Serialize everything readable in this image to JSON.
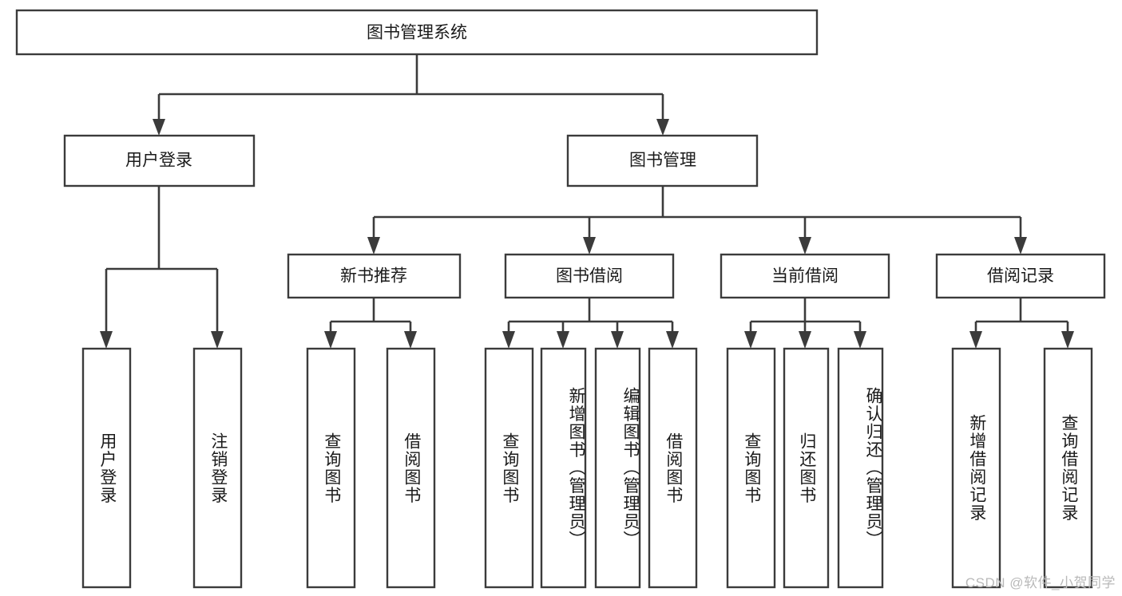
{
  "diagram": {
    "title_node": {
      "label": "图书管理系统"
    },
    "tier2": [
      {
        "id": "user-login",
        "label": "用户登录"
      },
      {
        "id": "book-management",
        "label": "图书管理"
      }
    ],
    "tier3": [
      {
        "id": "new-book-recommend",
        "label": "新书推荐"
      },
      {
        "id": "book-borrow",
        "label": "图书借阅"
      },
      {
        "id": "current-borrow",
        "label": "当前借阅"
      },
      {
        "id": "borrow-record",
        "label": "借阅记录"
      }
    ],
    "leaves": {
      "user_login": [
        {
          "id": "leaf-user-login",
          "label": "用户登录"
        },
        {
          "id": "leaf-logout-login",
          "label": "注销登录"
        }
      ],
      "new_book_recommend": [
        {
          "id": "leaf-query-book-1",
          "label": "查询图书"
        },
        {
          "id": "leaf-borrow-book-1",
          "label": "借阅图书"
        }
      ],
      "book_borrow": [
        {
          "id": "leaf-query-book-2",
          "label": "查询图书"
        },
        {
          "id": "leaf-add-book",
          "label": "新增图书（管理员）"
        },
        {
          "id": "leaf-edit-book",
          "label": "编辑图书（管理员）"
        },
        {
          "id": "leaf-borrow-book-2",
          "label": "借阅图书"
        }
      ],
      "current_borrow": [
        {
          "id": "leaf-query-book-3",
          "label": "查询图书"
        },
        {
          "id": "leaf-return-book",
          "label": "归还图书"
        },
        {
          "id": "leaf-confirm-return",
          "label": "确认归还（管理员）"
        }
      ],
      "borrow_record": [
        {
          "id": "leaf-add-borrow-record",
          "label": "新增借阅记录"
        },
        {
          "id": "leaf-query-borrow-record",
          "label": "查询借阅记录"
        }
      ]
    },
    "watermark": "CSDN @软件_小贺同学",
    "colors": {
      "box_stroke": "#3b3b3b",
      "box_fill": "#ffffff",
      "text": "#1a1a1a",
      "watermark": "#b9b9b9",
      "background": "#ffffff"
    }
  }
}
